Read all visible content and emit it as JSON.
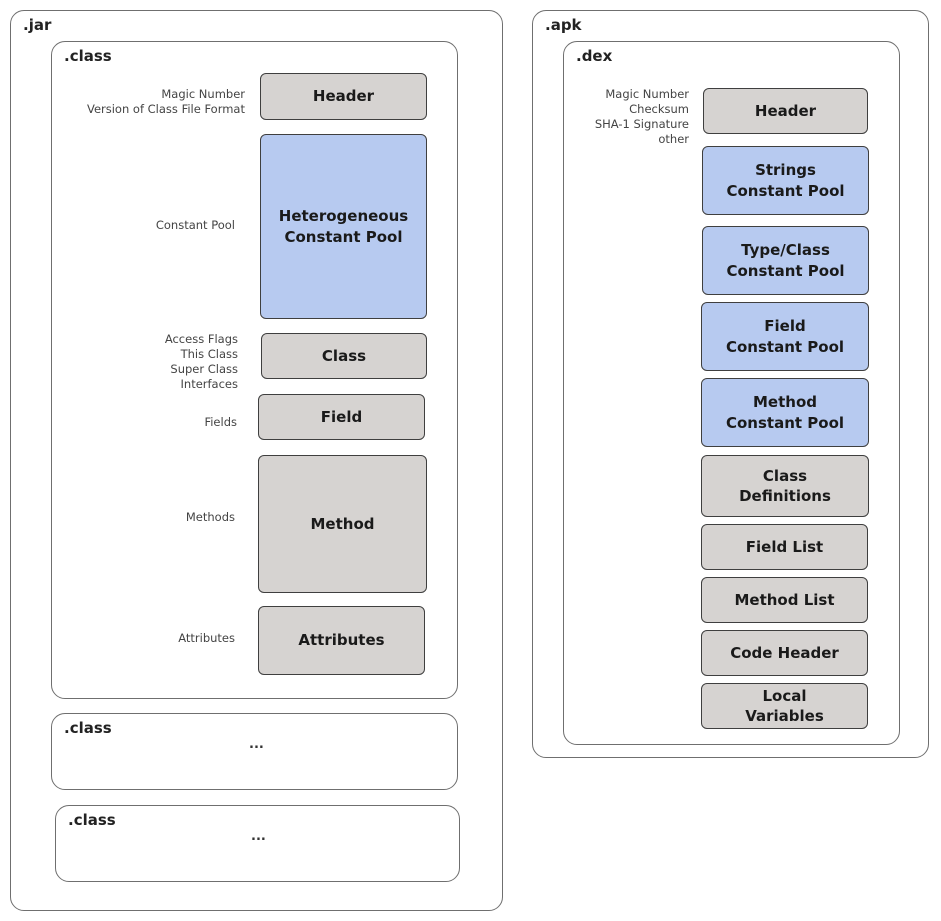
{
  "jar": {
    "label": ".jar",
    "class_main": {
      "label": ".class",
      "notes": {
        "header": "Magic Number\nVersion of Class File Format",
        "constant_pool": "Constant Pool",
        "class": "Access Flags\nThis Class\nSuper Class\nInterfaces",
        "fields": "Fields",
        "methods": "Methods",
        "attributes": "Attributes"
      },
      "blocks": {
        "header": "Header",
        "constant_pool": "Heterogeneous\nConstant Pool",
        "class": "Class",
        "field": "Field",
        "method": "Method",
        "attributes": "Attributes"
      }
    },
    "class_second": {
      "label": ".class",
      "ellipsis": "..."
    },
    "class_third": {
      "label": ".class",
      "ellipsis": "..."
    }
  },
  "apk": {
    "label": ".apk",
    "dex": {
      "label": ".dex",
      "notes": {
        "header": "Magic Number\nChecksum\nSHA-1 Signature\nother"
      },
      "blocks": {
        "header": "Header",
        "strings_pool": "Strings\nConstant Pool",
        "type_class_pool": "Type/Class\nConstant Pool",
        "field_pool": "Field\nConstant Pool",
        "method_pool": "Method\nConstant Pool",
        "class_definitions": "Class\nDefinitions",
        "field_list": "Field List",
        "method_list": "Method List",
        "code_header": "Code Header",
        "local_variables": "Local\nVariables"
      }
    }
  },
  "colors": {
    "gray_block": "#d6d3d1",
    "blue_block": "#b7caf0",
    "border": "#3f3f3f"
  }
}
